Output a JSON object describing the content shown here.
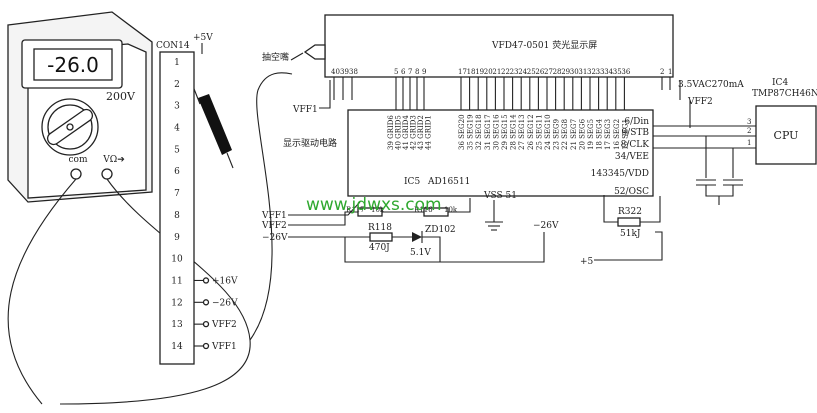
{
  "multimeter": {
    "display": "-26.0",
    "range": "200V",
    "com_label": "com",
    "v_label": "VΩ➔"
  },
  "connector": {
    "name": "CON14",
    "supply": "+5V",
    "pins": [
      "1",
      "2",
      "3",
      "4",
      "5",
      "6",
      "7",
      "8",
      "9",
      "10",
      "11",
      "12",
      "13",
      "14"
    ],
    "pin_labels": [
      "+16V",
      "−26V",
      "VFF2",
      "VFF1"
    ]
  },
  "vfd": {
    "label": "VFD47-0501  荧光显示屏",
    "exhaust": "抽空嘴",
    "left_pins": [
      "40",
      "39",
      "38"
    ],
    "grid_pins": [
      "5",
      "6",
      "7",
      "8",
      "9"
    ],
    "seg_pins": [
      "17",
      "18",
      "19",
      "20",
      "21",
      "22",
      "23",
      "24",
      "25",
      "26",
      "27",
      "28",
      "29",
      "30",
      "31",
      "32",
      "33",
      "34",
      "35",
      "36"
    ],
    "right_pins": [
      "2",
      "1"
    ],
    "heater": "3.5VAC270mA",
    "vff1": "VFF1",
    "vff2": "VFF2"
  },
  "ic5": {
    "name": "IC5",
    "part": "AD16511",
    "title": "显示驱动电路",
    "grid_outputs": [
      "39 GRID6",
      "40 GRID5",
      "41 GRID4",
      "42 GRID3",
      "43 GRID2",
      "44 GRID1"
    ],
    "seg_outputs": [
      "36 SEG20",
      "35 SEG19",
      "32 SEG18",
      "31 SEG17",
      "30 SEG16",
      "29 SEG15",
      "28 SEG14",
      "27 SEG13",
      "26 SEG12",
      "25 SEG11",
      "24 SEG10",
      "23 SEG9",
      "22 SEG8",
      "21 SEG7",
      "20 SEG6",
      "19 SEG5",
      "18 SEG4",
      "17 SEG3",
      "16 SEG2",
      "15 SEG1"
    ],
    "pins_right": [
      "6/Din",
      "9/STB",
      "8/CLK",
      "34/VEE",
      "143345/VDD",
      "52/OSC"
    ],
    "vss": "VSS  51"
  },
  "passives": {
    "r117": "R117",
    "r117_value": "10k",
    "r116": "R116",
    "r116_value": "10k",
    "r118": "R118",
    "r118_value": "470J",
    "zener": "ZD102",
    "zener_value": "5.1V",
    "r322": "R322",
    "r322_value": "51kJ"
  },
  "rails": {
    "vff1": "VFF1",
    "vff2": "VFF2",
    "neg26_left": "−26V",
    "neg26": "−26V",
    "plus5": "+5"
  },
  "cpu": {
    "ic": "IC4",
    "part": "TMP87CH46N",
    "label": "CPU",
    "pins": [
      "3",
      "2",
      "1"
    ]
  },
  "watermark": "www.jdwxs.com"
}
